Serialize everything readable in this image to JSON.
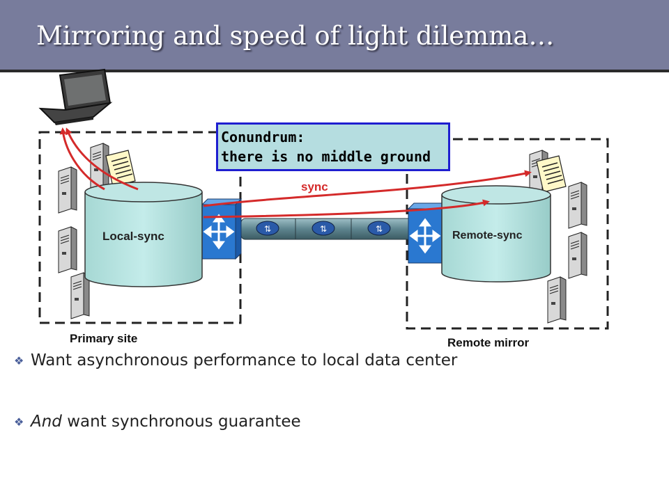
{
  "slide": {
    "title": "Mirroring and speed of light dilemma…"
  },
  "diagram": {
    "callout_line1": "Conundrum:",
    "callout_line2": "there is no middle ground",
    "sync_label": "sync",
    "local_db_label": "Local-sync",
    "remote_db_label": "Remote-sync",
    "primary_site_label": "Primary site",
    "remote_mirror_label": "Remote mirror",
    "colors": {
      "arrow": "#d42a2a",
      "callout_border": "#1e1ed0",
      "callout_fill": "#b5dde0",
      "title_bar": "#787c9c"
    }
  },
  "bullets": [
    {
      "mark": "❖",
      "em": "",
      "text": "Want asynchronous performance to local data center"
    },
    {
      "mark": "❖",
      "em": "And",
      "text": " want synchronous guarantee"
    }
  ]
}
